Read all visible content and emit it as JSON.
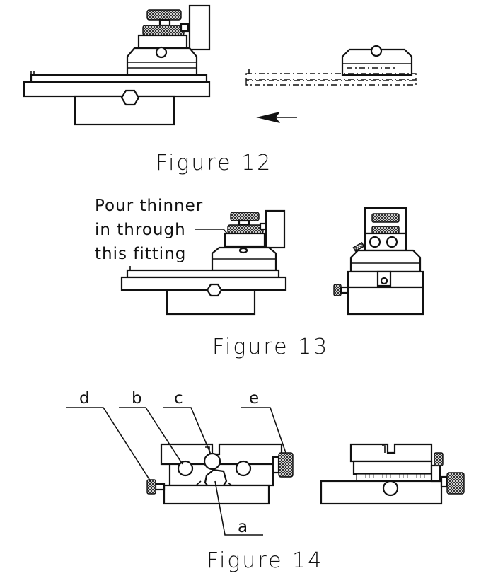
{
  "figure12": {
    "caption": "Figure 12"
  },
  "figure13": {
    "caption": "Figure 13",
    "note": [
      "Pour thinner",
      "in through",
      "this fitting"
    ]
  },
  "figure14": {
    "caption": "Figure 14",
    "labels": {
      "a": "a",
      "b": "b",
      "c": "c",
      "d": "d",
      "e": "e"
    }
  }
}
